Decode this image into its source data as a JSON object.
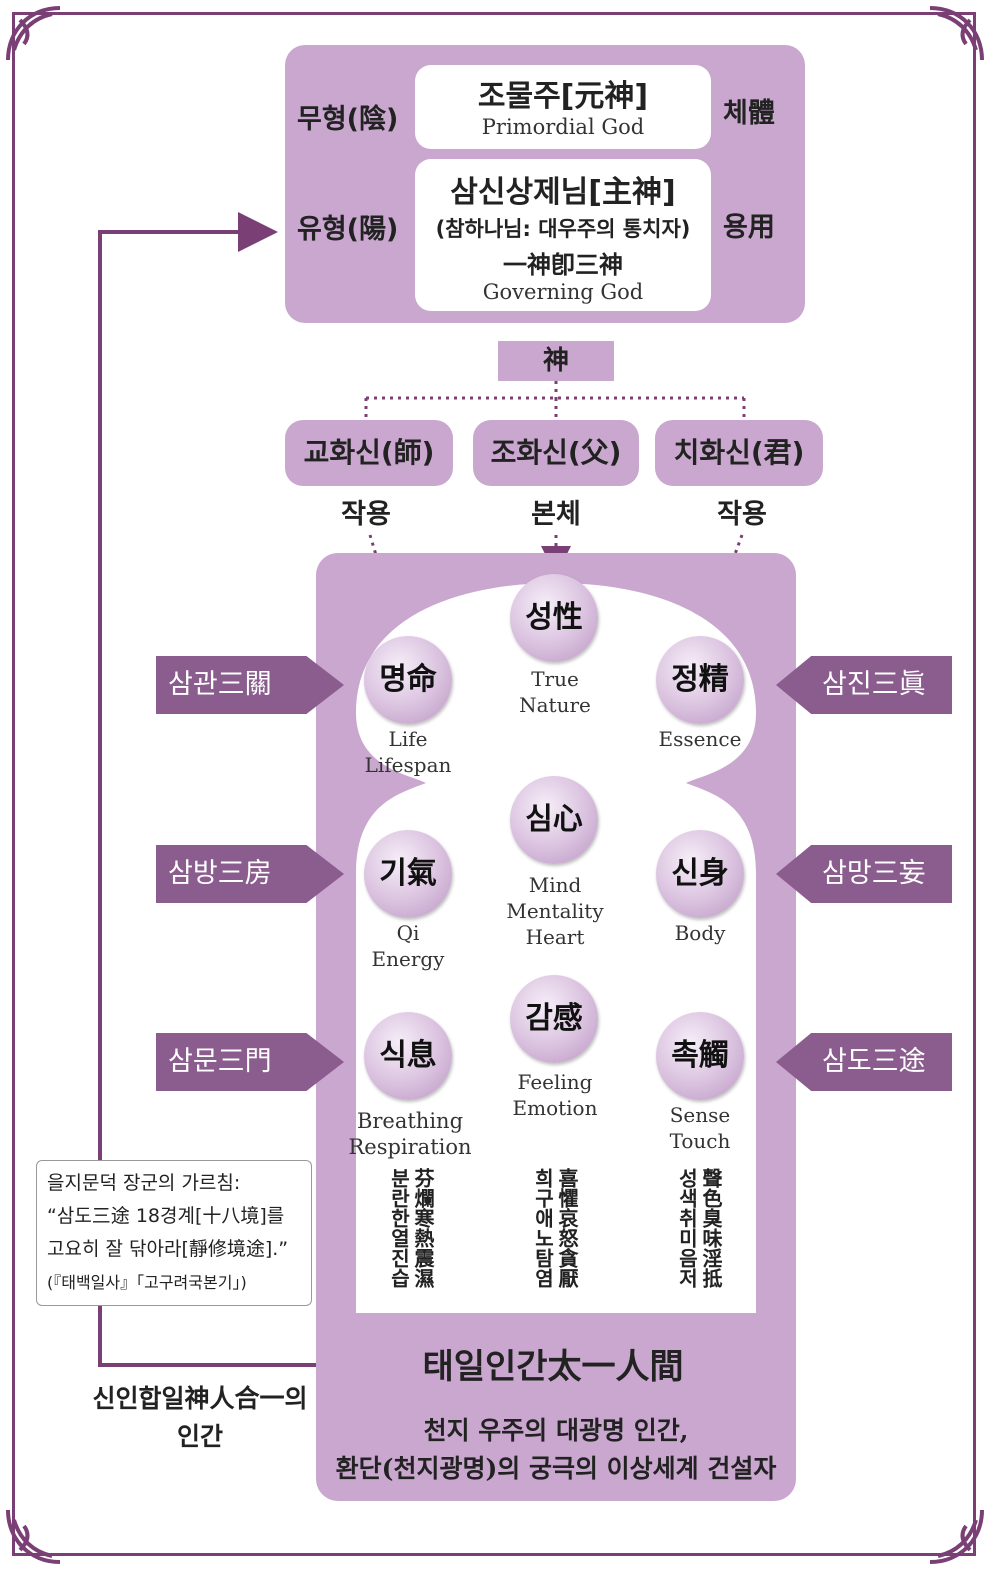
{
  "top": {
    "yin_label": "무형(陰)",
    "yang_label": "유형(陽)",
    "che_label": "체體",
    "yong_label": "용用",
    "primordial": {
      "ko": "조물주[元神]",
      "en": "Primordial God"
    },
    "governing": {
      "ko": "삼신상제님[主神]",
      "sub": "(참하나님: 대우주의 통치자)",
      "hanja": "一神卽三神",
      "en": "Governing God"
    }
  },
  "shin": "神",
  "gods": [
    {
      "label": "교화신(師)",
      "role": "작용"
    },
    {
      "label": "조화신(父)",
      "role": "본체"
    },
    {
      "label": "치화신(君)",
      "role": "작용"
    }
  ],
  "nodes": {
    "seong": {
      "label": "성性",
      "en1": "True",
      "en2": "Nature",
      "en3": ""
    },
    "myeong": {
      "label": "명命",
      "en1": "Life",
      "en2": "Lifespan",
      "en3": ""
    },
    "jeong": {
      "label": "정精",
      "en1": "Essence",
      "en2": "",
      "en3": ""
    },
    "sim": {
      "label": "심心",
      "en1": "Mind",
      "en2": "Mentality",
      "en3": "Heart"
    },
    "gi": {
      "label": "기氣",
      "en1": "Qi",
      "en2": "Energy",
      "en3": ""
    },
    "sin": {
      "label": "신身",
      "en1": "Body",
      "en2": "",
      "en3": ""
    },
    "gam": {
      "label": "감感",
      "en1": "Feeling",
      "en2": "Emotion",
      "en3": ""
    },
    "sik": {
      "label": "식息",
      "en1": "Breathing",
      "en2": "Respiration",
      "en3": ""
    },
    "chok": {
      "label": "촉觸",
      "en1": "Sense",
      "en2": "Touch",
      "en3": ""
    }
  },
  "tags_left": [
    "삼관三關",
    "삼방三房",
    "삼문三門"
  ],
  "tags_right": [
    "삼진三眞",
    "삼망三妄",
    "삼도三途"
  ],
  "columns": [
    {
      "hanja": "芬爛寒熱震濕",
      "hangul": "분란한열진습"
    },
    {
      "hanja": "喜懼哀怒貪厭",
      "hangul": "희구애노탐염"
    },
    {
      "hanja": "聲色臭味淫抵",
      "hangul": "성색취미음저"
    }
  ],
  "quote": {
    "line1": "을지문덕 장군의 가르침:",
    "line2": "“삼도三途 18경계[十八境]를",
    "line3": "고요히 잘 닦아라[靜修境途].”",
    "line4": "(『태백일사』「고구려국본기」)"
  },
  "taeil": "태일인간太一人間",
  "sinin": {
    "line1": "신인합일神人合一의",
    "line2": "인간"
  },
  "caption": {
    "line1": "천지 우주의 대광명 인간,",
    "line2": "환단(천지광명)의 궁극의 이상세계 건설자"
  },
  "colors": {
    "panel": "#c9a7cf",
    "tag": "#8a5d8e",
    "arrow": "#7a3f74",
    "frame": "#7a3f74"
  }
}
